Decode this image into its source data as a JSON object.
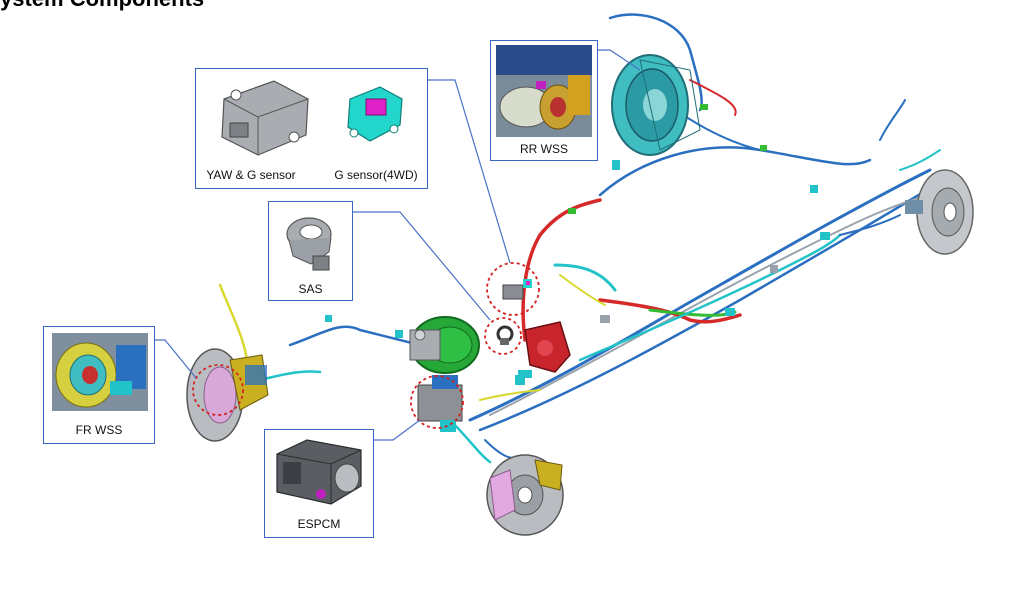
{
  "title": "ystem Components",
  "labels": {
    "yaw_sensor": "YAW & G sensor",
    "g_sensor": "G sensor(4WD)",
    "rr_wss": "RR WSS",
    "sas": "SAS",
    "fr_wss": "FR WSS",
    "espcm": "ESPCM"
  },
  "colors": {
    "callout_border": "#3a66c4",
    "leader_line": "#4a72c8",
    "dashed_circle": "#d42020",
    "brake_line_blue": "#2a6fc0",
    "brake_line_cyan": "#22c3c8",
    "brake_line_red": "#d62a2a",
    "brake_line_green": "#33bb33",
    "booster_green": "#26a838",
    "rotor_gray": "#9aa0a6",
    "caliper_pink": "#e2a8e0",
    "modulator_red": "#c8242c",
    "g_sensor_cyan": "#22d6cc",
    "g_sensor_magenta": "#e020c8"
  }
}
